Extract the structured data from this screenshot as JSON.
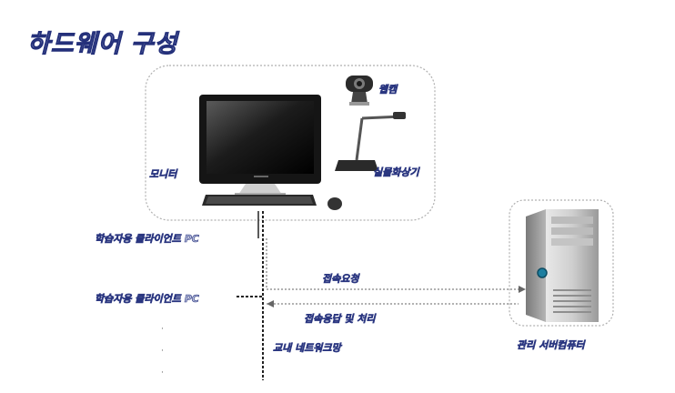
{
  "title": "하드웨어 구성",
  "labels": {
    "monitor": "모니터",
    "webcam": "웹캠",
    "visualizer": "실물화상기",
    "client_pc_1": "학습자용 클라이언트 PC",
    "client_pc_2": "학습자용 클라이언트 PC",
    "conn_request": "접속요청",
    "conn_response": "접속응답 및 처리",
    "network": "교내 네트워크망",
    "server": "관리 서버컴퓨터"
  },
  "ellipsis": [
    "·",
    "·",
    "·"
  ],
  "colors": {
    "text_fill": "#a6aed2",
    "text_outline": "#24307a",
    "box_border": "#b0b0b0",
    "line": "#222222"
  },
  "icons": [
    "monitor-icon",
    "keyboard-icon",
    "mouse-icon",
    "webcam-icon",
    "visualizer-icon",
    "server-tower-icon"
  ]
}
